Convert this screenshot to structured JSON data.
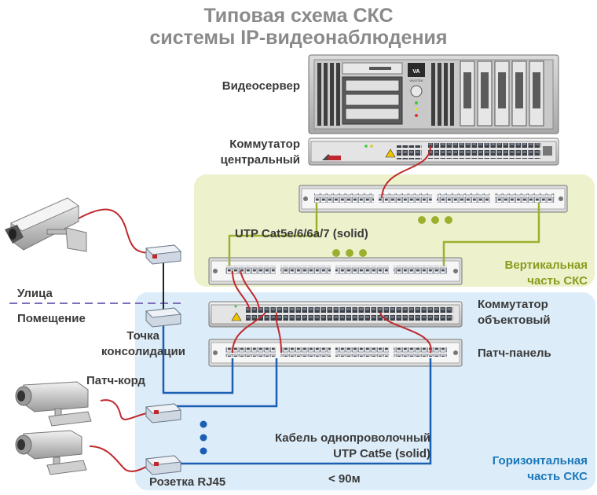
{
  "title": {
    "line1": "Типовая схема СКС",
    "line2": "системы IP-видеонаблюдения"
  },
  "labels": {
    "videoserver": "Видеосервер",
    "central_switch": [
      "Коммутатор",
      "центральный"
    ],
    "cable_vertical": "UTP Cat5e/6/6a/7 (solid)",
    "vertical_zone": [
      "Вертикальная",
      "часть СКС"
    ],
    "street": "Улица",
    "indoor": "Помещение",
    "object_switch": [
      "Коммутатор",
      "объектовый"
    ],
    "consolidation_point": [
      "Точка",
      "консолидации"
    ],
    "patch_panel": "Патч-панель",
    "patch_cord": "Патч-корд",
    "cable_horizontal": [
      "Кабель однопроволочный",
      "UTP Cat5e (solid)"
    ],
    "horizontal_zone": [
      "Горизонтальная",
      "часть СКС"
    ],
    "socket": "Розетка RJ45",
    "distance": "< 90м",
    "server_logo": "VIVOTEK"
  },
  "colors": {
    "title": "#8a8a8a",
    "label": "#3a3a3a",
    "vertical_zone_bg": "#eef2cc",
    "vertical_zone_text": "#8a9a1c",
    "horizontal_zone_bg": "#dcecf8",
    "horizontal_zone_text": "#1a78b8",
    "patch_red": "#c0282c",
    "cable_blue": "#1a5fb4",
    "cable_green": "#9cb030",
    "boundary_dash": "#7b6fb8"
  }
}
